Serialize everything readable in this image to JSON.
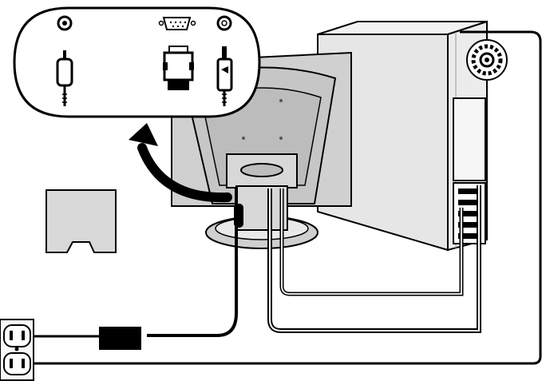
{
  "diagram": {
    "kind": "monitor-to-computer connection illustration",
    "colors": {
      "outline": "#000000",
      "light_fill": "#eeeeee",
      "mid_fill": "#cfcfcf",
      "dark_fill": "#b8b8b8",
      "callout_fill": "#ffffff"
    },
    "components": [
      "monitor-rear",
      "computer-tower",
      "monitor-stand-cover",
      "wall-outlet",
      "power-adapter",
      "connector-callout"
    ],
    "callout_connectors": [
      "audio-jack",
      "vga-port",
      "audio-jack",
      "power-plug",
      "vga-plug",
      "audio-plug"
    ]
  }
}
